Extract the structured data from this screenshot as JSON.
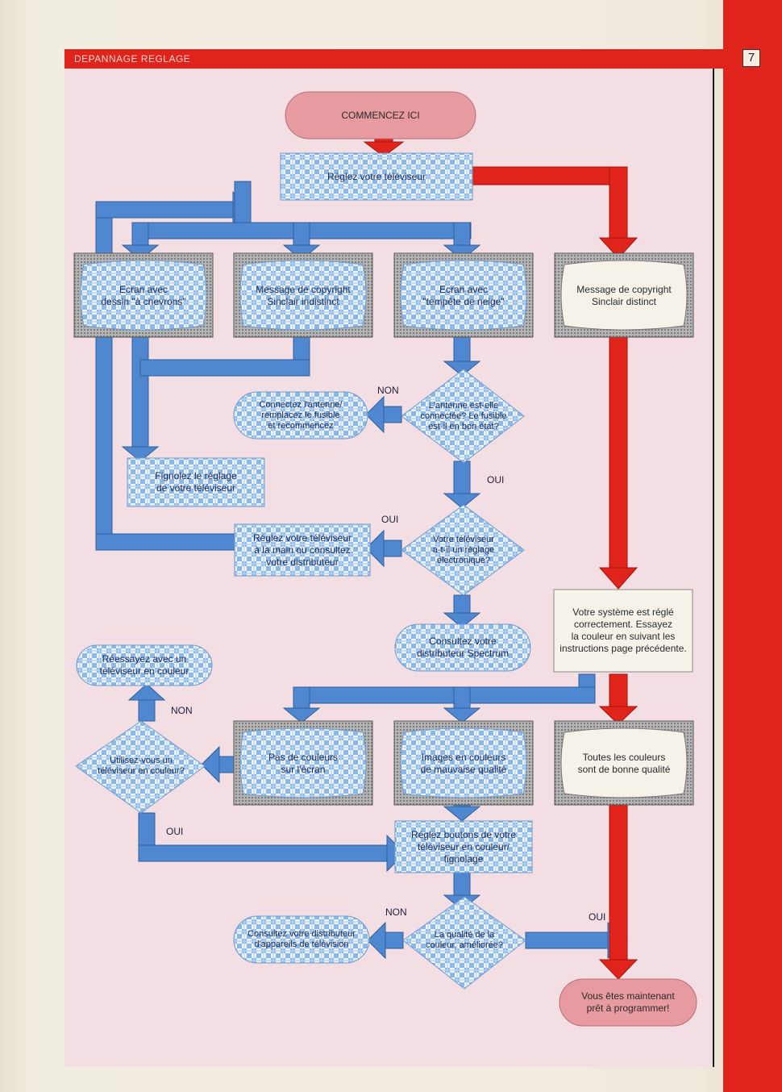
{
  "page": {
    "section_title": "DEPANNAGE REGLAGE",
    "page_number": "7"
  },
  "flowchart": {
    "start": "COMMENCEZ ICI",
    "adjust_tv": "Réglez votre téléviseur",
    "screen_chevrons": "Ecran avec\ndessin \"à chevrons\"",
    "copyright_indistinct": "Message de copyright\nSinclair indistinct",
    "screen_snow": "Ecran avec\n\"tempête de neige\"",
    "copyright_distinct": "Message de copyright\nSinclair distinct",
    "connect_antenna": "Connectez l'antenne/\nremplacez le fusible\net recommencez",
    "antenna_question": "L'antenne est-elle\nconnectée? Le fusible\nest-il en bon état?",
    "fine_tune": "Fignolez le réglage\nde votre téléviseur",
    "manual_tune": "Réglez votre téléviseur\nà la main ou consultez\nvotre distributeur",
    "electronic_question": "Votre téléviseur\na-t-il un réglage\nélectronique?",
    "consult_spectrum": "Consultez votre\ndistributeur Spectrum",
    "system_ok": "Votre système est réglé\ncorrectement. Essayez\nla couleur en suivant les\ninstructions page précédente.",
    "retry_color_tv": "Réessayez avec un\ntéléviseur en couleur",
    "color_tv_question": "Utilisez-vous un\ntéléviseur en couleur?",
    "no_colors": "Pas de couleurs\nsur l'écran",
    "bad_colors": "Images en couleurs\nde mauvaise qualité",
    "all_colors_good": "Toutes les couleurs\nsont de bonne qualité",
    "adjust_color_buttons": "Réglez boutons de votre\ntéléviseur en couleur/\nfignolage",
    "consult_tv_dealer": "Consultez votre distributeur\nd'appareils de télévision",
    "color_improved_question": "La qualité de la\ncouleur, améliorée?",
    "ready": "Vous êtes maintenant\nprêt à programmer!",
    "label_non": "NON",
    "label_oui": "OUI"
  },
  "colors": {
    "blue_path": "#4f88d0",
    "red_path": "#e0231b",
    "pink_terminal": "#e79aa0",
    "check_light": "#eef4fb",
    "check_blue": "#8cb8e8",
    "panel_bg": "#f3dfe3",
    "tv_frame": "#8d8d8d"
  }
}
